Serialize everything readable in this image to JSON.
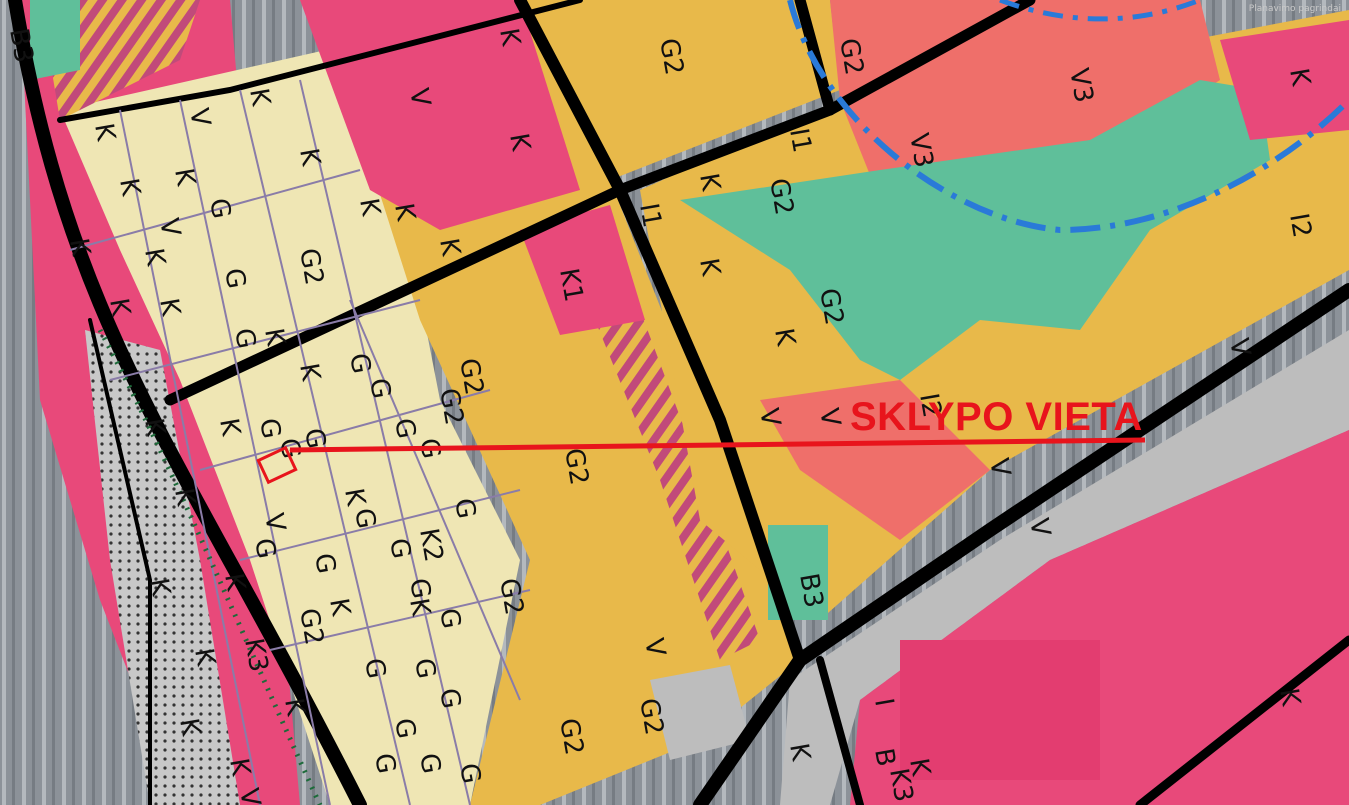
{
  "map": {
    "annotation": "SKLYPO VIETA",
    "corner_note": "Planavimo pagrindai",
    "colors": {
      "K": "#e8497a",
      "G": "#e8b94a",
      "G2": "#e8b94a",
      "V": "#ef6f6a",
      "B": "#5fbf9a",
      "I": "#bdbdbd",
      "rail": "#8c9299",
      "annotation": "#e8141c",
      "boundary": "#2a7ad8",
      "road": "#000000"
    },
    "zone_labels": [
      "B3",
      "B3",
      "K",
      "K",
      "K",
      "K",
      "K",
      "K",
      "K",
      "K",
      "K",
      "K",
      "K",
      "K",
      "K",
      "K",
      "K",
      "K",
      "K",
      "K",
      "K",
      "K",
      "K",
      "K",
      "K",
      "K",
      "K",
      "K",
      "K",
      "K",
      "K",
      "K",
      "K",
      "K",
      "K",
      "K",
      "K",
      "K1",
      "K2",
      "K3",
      "K3",
      "V",
      "V",
      "V",
      "V",
      "V",
      "V",
      "V",
      "V",
      "V",
      "V",
      "V",
      "V3",
      "V3",
      "G",
      "G",
      "G",
      "G",
      "G",
      "G",
      "G",
      "G",
      "G",
      "G",
      "G",
      "G",
      "G",
      "G",
      "G",
      "G",
      "G",
      "G",
      "G",
      "G",
      "G",
      "G",
      "G",
      "G",
      "G2",
      "G2",
      "G2",
      "G2",
      "G2",
      "G2",
      "G2",
      "G2",
      "G2",
      "G2",
      "G2",
      "G2",
      "I2",
      "I2",
      "I1",
      "I1",
      "I",
      "B"
    ]
  }
}
